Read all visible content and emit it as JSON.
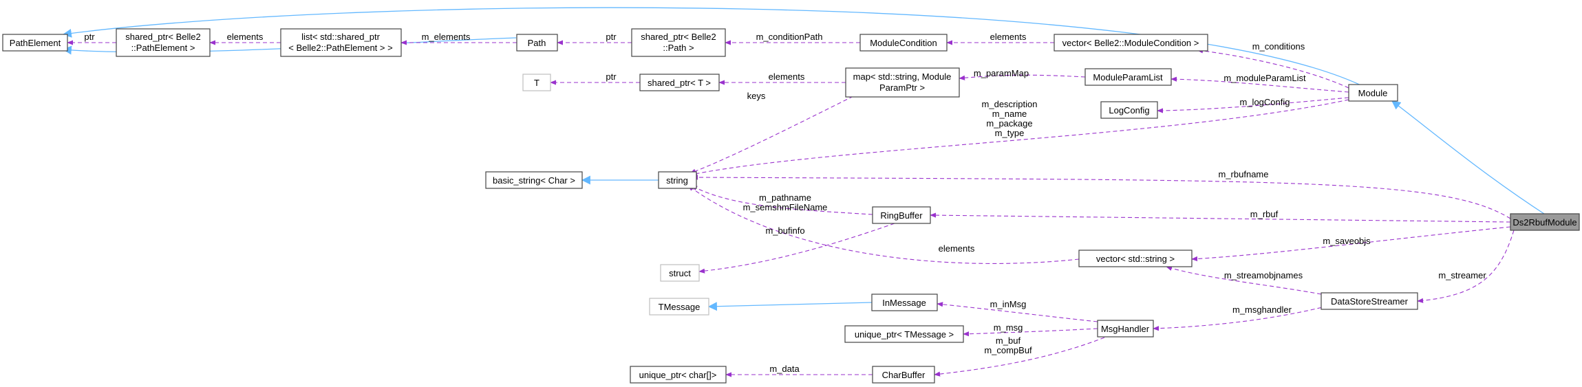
{
  "nodes": {
    "PathElement": "PathElement",
    "sp_pathelement_1": "shared_ptr< Belle2",
    "sp_pathelement_2": "::PathElement >",
    "list_1": "list< std::shared_ptr",
    "list_2": "< Belle2::PathElement > >",
    "Path": "Path",
    "sp_path_1": "shared_ptr< Belle2",
    "sp_path_2": "::Path >",
    "ModuleCondition": "ModuleCondition",
    "vector_modcond": "vector< Belle2::ModuleCondition >",
    "T": "T",
    "sp_T": "shared_ptr< T >",
    "map_1": "map< std::string, Module",
    "map_2": "ParamPtr >",
    "ModuleParamList": "ModuleParamList",
    "LogConfig": "LogConfig",
    "Module": "Module",
    "basic_string": "basic_string< Char >",
    "string": "string",
    "RingBuffer": "RingBuffer",
    "struct": "struct",
    "vector_string": "vector< std::string >",
    "Ds2RbufModule": "Ds2RbufModule",
    "TMessage": "TMessage",
    "InMessage": "InMessage",
    "unique_ptr_tmessage": "unique_ptr< TMessage >",
    "MsgHandler": "MsgHandler",
    "DataStoreStreamer": "DataStoreStreamer",
    "unique_ptr_char": "unique_ptr< char[]>",
    "CharBuffer": "CharBuffer"
  },
  "edges": {
    "ptr_pe": "ptr",
    "elements_list": "elements",
    "m_elements": "m_elements",
    "ptr_path": "ptr",
    "m_conditionPath": "m_conditionPath",
    "elements_vec": "elements",
    "m_conditions": "m_conditions",
    "ptr_T": "ptr",
    "elements_map": "elements",
    "m_paramMap": "m_paramMap",
    "m_moduleParamList": "m_moduleParamList",
    "m_logConfig": "m_logConfig",
    "keys": "keys",
    "m_description": "m_description",
    "m_name": "m_name",
    "m_package": "m_package",
    "m_type": "m_type",
    "m_rbufname": "m_rbufname",
    "m_pathname": "m_pathname",
    "m_semshmFileName": "m_semshmFileName",
    "m_bufinfo": "m_bufinfo",
    "m_rbuf": "m_rbuf",
    "elements_vs": "elements",
    "m_saveobjs": "m_saveobjs",
    "m_streamobjnames": "m_streamobjnames",
    "m_streamer": "m_streamer",
    "m_msghandler": "m_msghandler",
    "m_inMsg": "m_inMsg",
    "m_msg": "m_msg",
    "m_buf": "m_buf",
    "m_compBuf": "m_compBuf",
    "m_data": "m_data"
  },
  "colors": {
    "dependency_edge": "#9a32cd",
    "inheritance_edge": "#63b8ff",
    "focus_node_fill": "#9a9a9a"
  }
}
